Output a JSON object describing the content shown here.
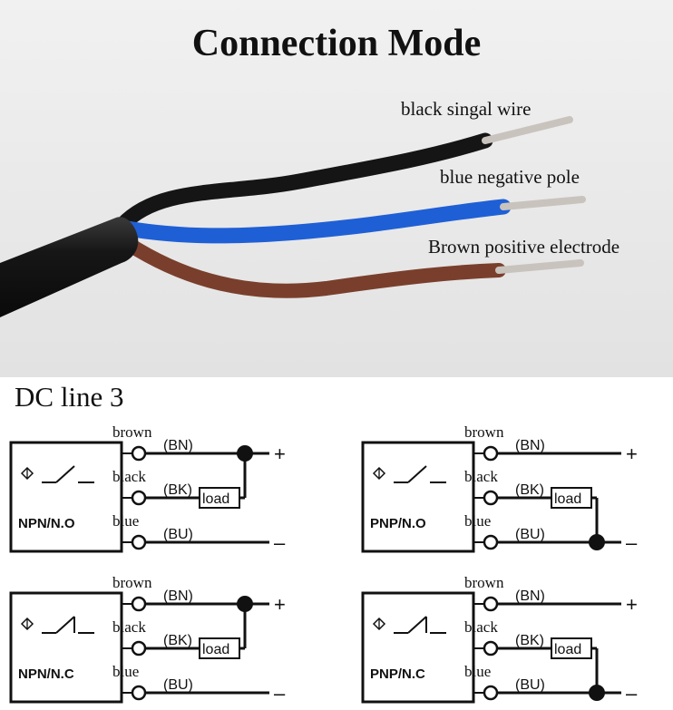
{
  "photo": {
    "title": "Connection Mode",
    "wire_labels": {
      "black": "black singal wire",
      "blue": "blue negative pole",
      "brown": "Brown positive electrode"
    }
  },
  "section_title": "DC line 3",
  "wire_names": {
    "brown": "brown",
    "black": "black",
    "blue": "blue"
  },
  "wire_codes": {
    "brown": "(BN)",
    "black": "(BK)",
    "blue": "(BU)"
  },
  "load_label": "load",
  "signs": {
    "plus": "+",
    "minus": "–"
  },
  "diagrams": [
    {
      "type": "NPN/N.O"
    },
    {
      "type": "PNP/N.O"
    },
    {
      "type": "NPN/N.C"
    },
    {
      "type": "PNP/N.C"
    }
  ],
  "colors": {
    "cable_black": "#1b1b1b",
    "wire_blue": "#1f5fd6",
    "wire_brown": "#7a3f2c",
    "copper_tip": "#c9c3bd"
  }
}
